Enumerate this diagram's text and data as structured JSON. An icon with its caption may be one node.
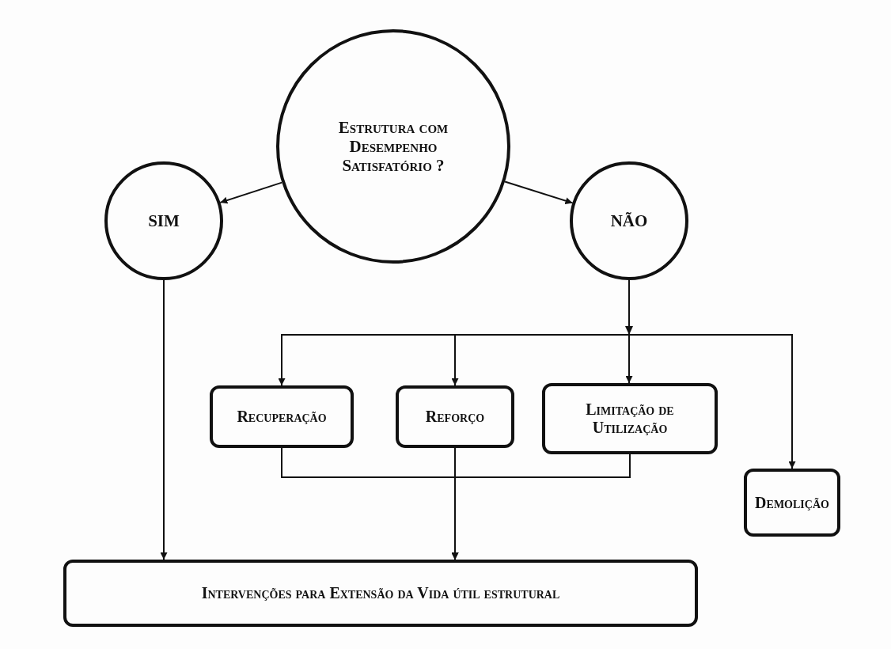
{
  "diagram": {
    "nodes": [
      {
        "text": [
          "Estrutura com Desempenho Satisfatório ?"
        ]
      },
      {
        "text": [
          "SIM"
        ]
      },
      {
        "text": [
          "NÃO"
        ]
      },
      {
        "text": [
          "Recuperação"
        ]
      },
      {
        "text": [
          "Reforço"
        ]
      },
      {
        "text": [
          "Limitação de Utilização"
        ]
      },
      {
        "text": [
          "Demolição"
        ]
      },
      {
        "text": [
          "Intervenções para Extensão da Vida útil estrutural"
        ]
      }
    ],
    "edges": [
      {
        "from": 0,
        "to": 1,
        "arrow": "to"
      },
      {
        "from": 0,
        "to": 2,
        "arrow": "to"
      },
      {
        "from": 1,
        "to": 7,
        "arrow": "to"
      },
      {
        "from": 2,
        "to": 3,
        "arrow": "to"
      },
      {
        "from": 2,
        "to": 4,
        "arrow": "to"
      },
      {
        "from": 2,
        "to": 5,
        "arrow": "to"
      },
      {
        "from": 2,
        "to": 6,
        "arrow": "to"
      },
      {
        "from": 3,
        "to": 7,
        "arrow": "to"
      },
      {
        "from": 4,
        "to": 7,
        "arrow": "to"
      },
      {
        "from": 5,
        "to": 7,
        "arrow": "to"
      }
    ]
  }
}
